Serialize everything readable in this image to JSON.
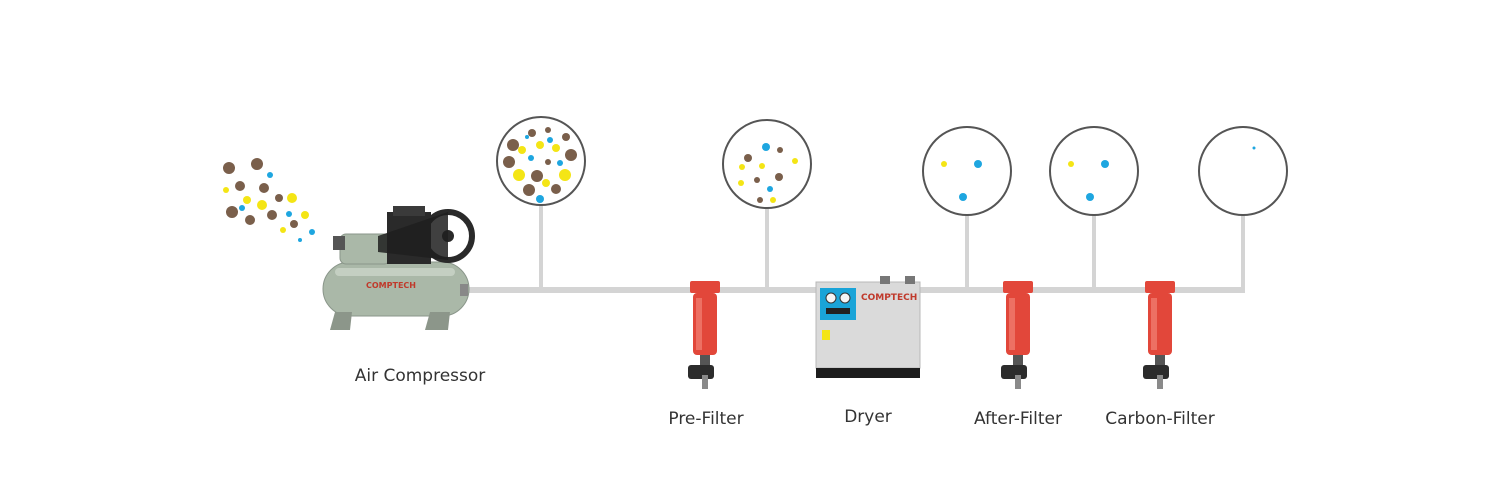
{
  "labels": {
    "air_compressor": "Air Compressor",
    "pre_filter": "Pre-Filter",
    "dryer": "Dryer",
    "after_filter": "After-Filter",
    "carbon_filter": "Carbon-Filter"
  },
  "brand_text": "COMPTECH",
  "colors": {
    "pipe": "#d4d4d4",
    "circle_stroke": "#555555",
    "dirt_brown": "#7a5f4b",
    "moisture_blue": "#1ea6e0",
    "oil_yellow": "#f4e515",
    "filter_red": "#e2473a",
    "tank_green": "#aab8a8",
    "dryer_grey": "#d9d9d9"
  }
}
